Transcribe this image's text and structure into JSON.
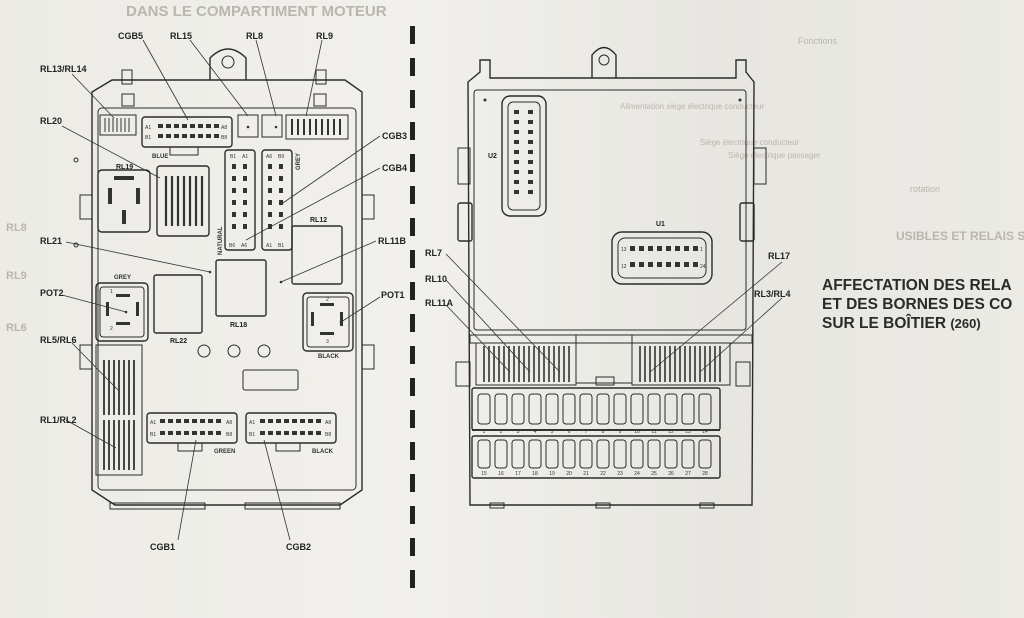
{
  "header_ghost": "DANS LE COMPARTIMENT MOTEUR",
  "ghost_text": {
    "right_header": "Fonctions",
    "right_lines": [
      "Alimentation siège électrique conducteur",
      "Siège électrique conducteur",
      "Siège électrique passager",
      "rotation"
    ],
    "left_lines": [
      "RL8",
      "RL9",
      "RL6"
    ],
    "section": "USIBLES ET RELAIS SUR BOÎTIER"
  },
  "title": {
    "line1": "AFFECTATION DES RELA",
    "line2": "ET DES BORNES DES CO",
    "line3_main": "SUR LE BOÎTIER",
    "line3_num": "(260)"
  },
  "left_labels": {
    "cgb5": "CGB5",
    "rl15": "RL15",
    "rl8": "RL8",
    "rl9": "RL9",
    "rl13_14": "RL13/RL14",
    "rl20": "RL20",
    "cgb3": "CGB3",
    "cgb4": "CGB4",
    "rl19": "RL19",
    "rl12": "RL12",
    "rl21": "RL21",
    "rl11b": "RL11B",
    "pot2": "POT2",
    "pot1": "POT1",
    "rl18": "RL18",
    "rl22": "RL22",
    "rl5_6": "RL5/RL6",
    "rl1_2": "RL1/RL2",
    "cgb1": "CGB1",
    "cgb2": "CGB2"
  },
  "connector_colors": {
    "blue": "BLUE",
    "grey_vertical": "GREY",
    "natural": "NATURAL",
    "grey_relay": "GREY",
    "black_relay": "BLACK",
    "green": "GREEN",
    "black_bottom": "BLACK"
  },
  "pins": {
    "a1": "A1",
    "a8": "A8",
    "b1": "B1",
    "b8": "B8",
    "a6": "A6",
    "b6": "B6",
    "a9": "A9",
    "b9": "B9",
    "p1": "1",
    "p2": "2",
    "p3": "3"
  },
  "right_labels": {
    "u2": "U2",
    "u1": "U1",
    "rl7": "RL7",
    "rl10": "RL10",
    "rl11a": "RL11A",
    "rl17": "RL17",
    "rl3_4": "RL3/RL4"
  },
  "u1_pins": {
    "p13": "13",
    "p12": "12",
    "p1": "1",
    "p24": "24"
  },
  "fuses_row1": [
    "1",
    "2",
    "3",
    "4",
    "5",
    "6",
    "7",
    "8",
    "9",
    "10",
    "11",
    "12",
    "13",
    "14"
  ],
  "fuses_row2": [
    "15",
    "16",
    "17",
    "18",
    "19",
    "20",
    "21",
    "22",
    "23",
    "24",
    "25",
    "26",
    "27",
    "28"
  ]
}
